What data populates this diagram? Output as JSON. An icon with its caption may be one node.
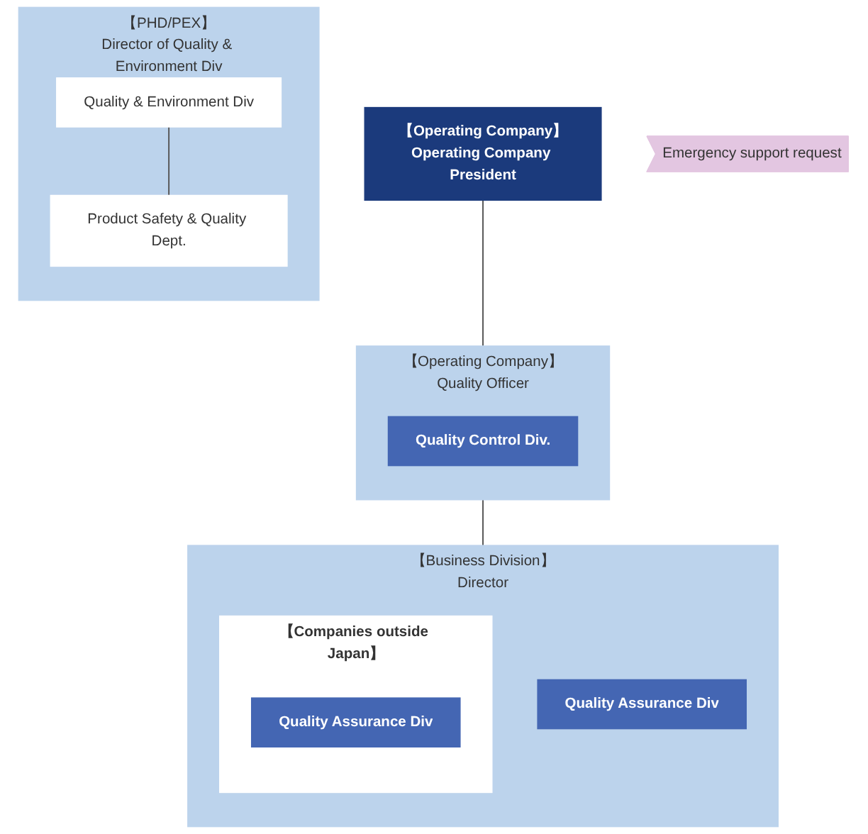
{
  "diagram": {
    "nodes": [
      {
        "text": [
          "【Operating Company】",
          "Operating Company President"
        ]
      },
      {
        "text": [
          "【Operating Company】",
          "Quality Officer"
        ]
      },
      {
        "text": [
          "Quality Control Div."
        ],
        "in": 1
      },
      {
        "text": [
          "【Business Division】",
          "Director"
        ]
      },
      {
        "text": [
          "Quality Assurance Div"
        ],
        "in": 3
      },
      {
        "text": [
          "【Companies outside Japan】"
        ],
        "in": 3
      },
      {
        "text": [
          "Quality Assurance Div"
        ],
        "in": 5
      },
      {
        "text": [
          "Emergency support request"
        ]
      },
      {
        "text": [
          "【PHD/PEX】",
          "Director of Quality & Environment Div"
        ]
      },
      {
        "text": [
          "Quality & Environment Div"
        ],
        "in": 8
      },
      {
        "text": [
          "Product Safety & Quality Dept."
        ],
        "in": 8
      }
    ],
    "edges": [
      {
        "from": 0,
        "to": 1,
        "arrow": "none"
      },
      {
        "from": 1,
        "to": 3,
        "arrow": "none"
      },
      {
        "from": 9,
        "to": 10,
        "arrow": "none"
      }
    ]
  }
}
